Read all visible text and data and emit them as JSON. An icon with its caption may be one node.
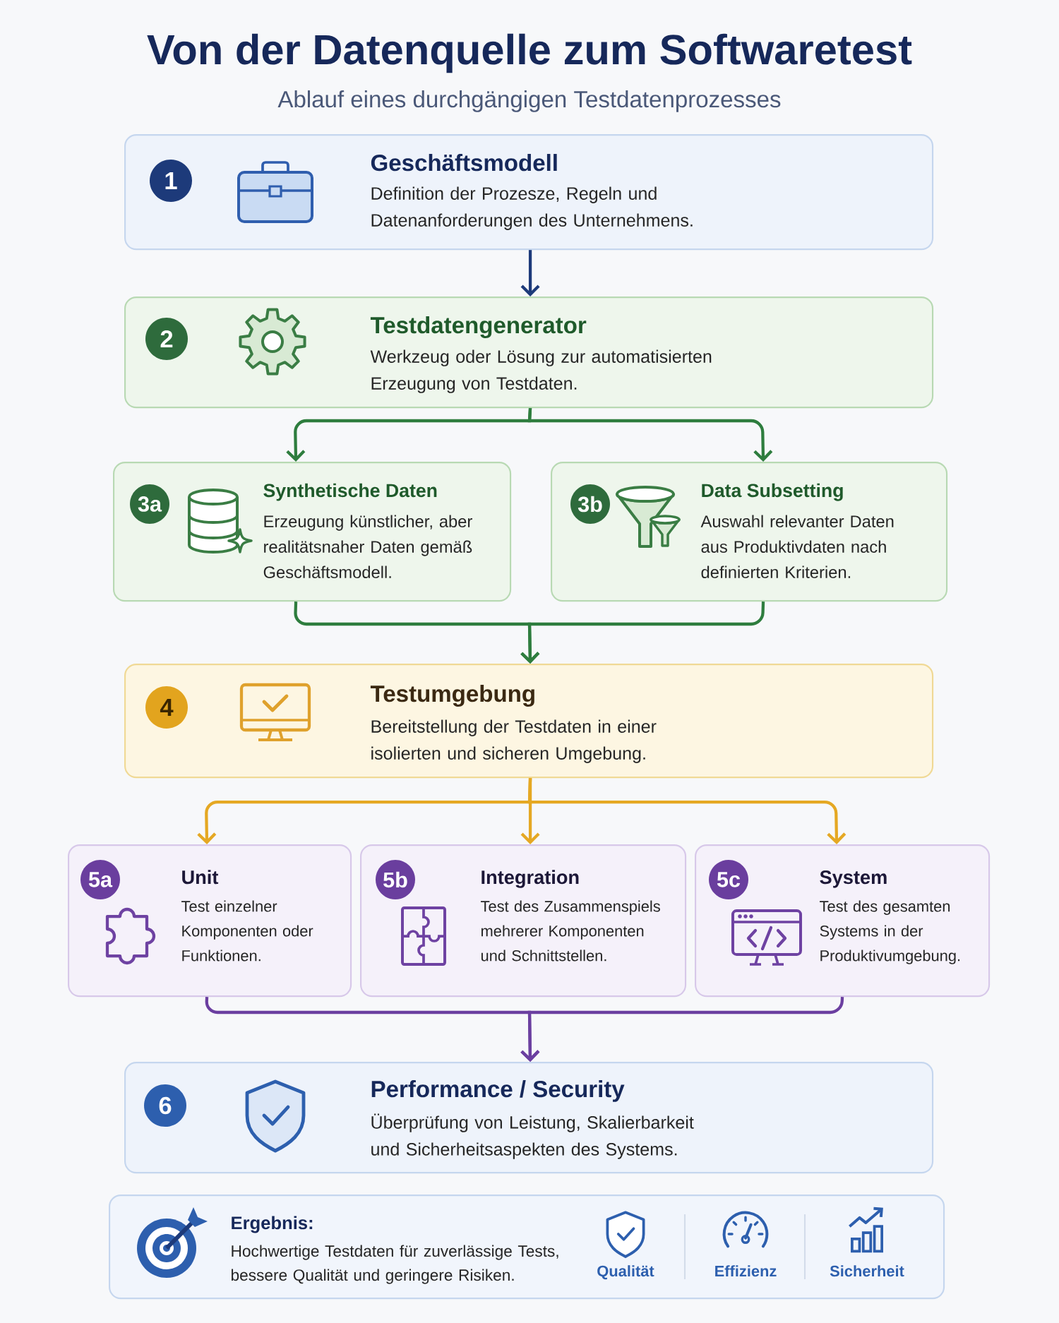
{
  "diagram": {
    "title": "Von der Datenquelle zum Softwaretest",
    "nodes": [
      {
        "text": [
          "Geschäftsmodell",
          "Definition der Prozesze, Regeln und Datenanforderungen des Unternehmens."
        ]
      },
      {
        "text": [
          "1"
        ],
        "in": 0
      },
      {
        "text": [
          "Testdatengenerator",
          "Werkzeug oder Lösung zur automatisierten Erzeugung von Testdaten."
        ]
      },
      {
        "text": [
          "2"
        ],
        "in": 2
      },
      {
        "text": [
          "Synthetische Daten",
          "Erzeugung künstlicher, aber realitätsnaher Daten gemäß Geschäftsmodell."
        ]
      },
      {
        "text": [
          "3a"
        ],
        "in": 4
      },
      {
        "text": [
          "Data Subsetting",
          "Auswahl relevanter Daten aus Produktivdaten nach definierten Kriterien."
        ]
      },
      {
        "text": [
          "3b"
        ],
        "in": 6
      },
      {
        "text": [
          "Testumgebung",
          "Bereitstellung der Testdaten in einer isolierten und sicheren Umgebung."
        ]
      },
      {
        "text": [
          "4"
        ],
        "in": 8
      },
      {
        "text": [
          "Unit",
          "Test einzelner Komponenten oder Funktionen."
        ]
      },
      {
        "text": [
          "5a"
        ],
        "in": 10
      },
      {
        "text": [
          "Integration",
          "Test des Zusammenspiels mehrerer Komponenten und Schnittstellen."
        ]
      },
      {
        "text": [
          "5b"
        ],
        "in": 12
      },
      {
        "text": [
          "System",
          "Test des gesamten Systems in der Produktivumgebung."
        ]
      },
      {
        "text": [
          "5c"
        ],
        "in": 14
      },
      {
        "text": [
          "Performance / Security",
          "Überprüfung von Leistung, Skalierbarkeit und Sicherheitsaspekten des Systems."
        ]
      },
      {
        "text": [
          "6"
        ],
        "in": 16
      },
      {
        "text": [
          "Ergebnis:",
          "Hochwertige Testdaten für zuverlässige Tests, bessere Qualität und geringere Risiken."
        ]
      }
    ],
    "edges": [
      {
        "from": 0,
        "to": 2,
        "arrow": "to",
        "color": "#1d3a7a"
      },
      {
        "from": 2,
        "to": 4,
        "arrow": "to"
      },
      {
        "from": 2,
        "to": 6,
        "arrow": "to"
      },
      {
        "from": 4,
        "to": 8,
        "arrow": "to"
      },
      {
        "from": 6,
        "to": 8,
        "arrow": "to"
      },
      {
        "from": 8,
        "to": 10,
        "arrow": "to",
        "color": "#e5a823"
      },
      {
        "from": 8,
        "to": 12,
        "arrow": "to",
        "color": "#e5a823"
      },
      {
        "from": 8,
        "to": 14,
        "arrow": "to",
        "color": "#e5a823"
      },
      {
        "from": 10,
        "to": 16,
        "arrow": "to",
        "color": "#6b3fa0"
      },
      {
        "from": 14,
        "to": 16,
        "arrow": "to",
        "color": "#6b3fa0"
      }
    ],
    "labels": [
      "Ablauf eines durchgängigen Testdatenprozesses",
      "Qualität",
      "Effizienz",
      "Sicherheit"
    ]
  }
}
